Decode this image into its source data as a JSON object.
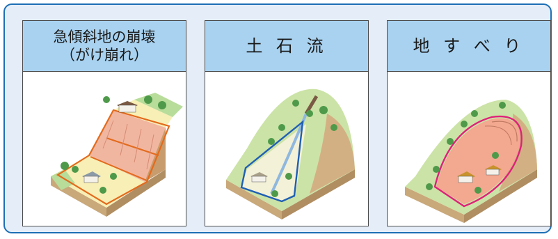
{
  "panels": [
    {
      "title_line1": "急傾斜地の崩壊",
      "title_line2": "（がけ崩れ）"
    },
    {
      "title_line1": "土 石 流"
    },
    {
      "title_line1": "地 す べ り"
    }
  ],
  "colors": {
    "frame_border": "#1d6fb5",
    "frame_bg": "#e5eef8",
    "header_bg": "#a8d2f0",
    "hazard_outline_1": "#e36a1c",
    "hazard_outline_2": "#1f5fb5",
    "hazard_outline_3": "#e0207a"
  }
}
